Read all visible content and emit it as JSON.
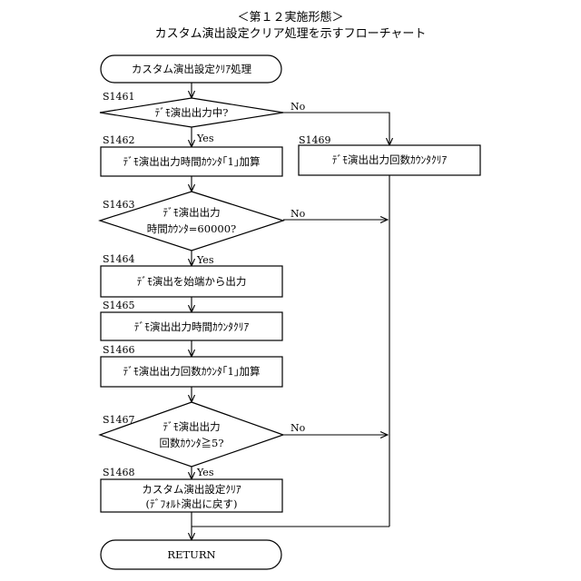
{
  "heading": {
    "line1": "＜第１２実施形態＞",
    "line2": "カスタム演出設定クリア処理を示すフローチャート"
  },
  "branch": {
    "yes": "Yes",
    "no": "No"
  },
  "nodes": {
    "start": {
      "text": "カスタム演出設定ｸﾘｱ処理"
    },
    "s1461": {
      "step": "S1461",
      "text": "ﾃﾞﾓ演出出力中?"
    },
    "s1462": {
      "step": "S1462",
      "text": "ﾃﾞﾓ演出出力時間ｶｳﾝﾀ｢1｣加算"
    },
    "s1463": {
      "step": "S1463",
      "line1": "ﾃﾞﾓ演出出力",
      "line2": "時間ｶｳﾝﾀ=60000?"
    },
    "s1464": {
      "step": "S1464",
      "text": "ﾃﾞﾓ演出を始端から出力"
    },
    "s1465": {
      "step": "S1465",
      "text": "ﾃﾞﾓ演出出力時間ｶｳﾝﾀｸﾘｱ"
    },
    "s1466": {
      "step": "S1466",
      "text": "ﾃﾞﾓ演出出力回数ｶｳﾝﾀ｢1｣加算"
    },
    "s1467": {
      "step": "S1467",
      "line1": "ﾃﾞﾓ演出出力",
      "line2": "回数ｶｳﾝﾀ≧5?"
    },
    "s1468": {
      "step": "S1468",
      "line1": "カスタム演出設定ｸﾘｱ",
      "line2": "(ﾃﾞﾌｫﾙﾄ演出に戻す)"
    },
    "s1469": {
      "step": "S1469",
      "text": "ﾃﾞﾓ演出出力回数ｶｳﾝﾀｸﾘｱ"
    },
    "end": {
      "text": "RETURN"
    }
  }
}
